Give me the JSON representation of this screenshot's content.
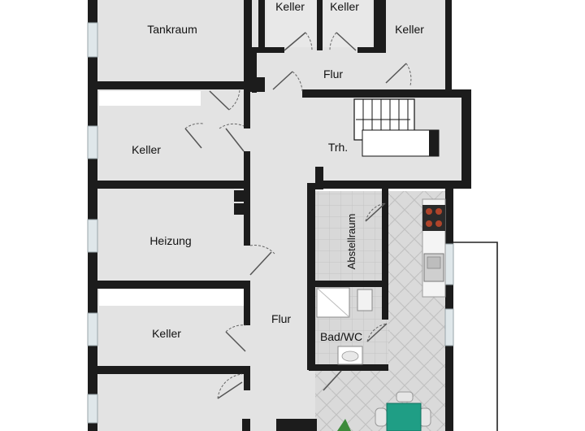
{
  "rooms": {
    "keller_top_1": "Keller",
    "keller_top_2": "Keller",
    "keller_top_3": "Keller",
    "tankraum": "Tankraum",
    "flur_top": "Flur",
    "keller_left_1": "Keller",
    "treppenhaus": "Trh.",
    "heizung": "Heizung",
    "abstellraum": "Abstellraum",
    "flur_main": "Flur",
    "keller_left_2": "Keller",
    "bad_wc": "Bad/WC"
  },
  "colors": {
    "wall": "#1c1c1c",
    "floor": "#e3e3e3",
    "tile": "#d4d4d4",
    "parquet": "#cfcfcf",
    "accent_table": "#1f9e85"
  }
}
